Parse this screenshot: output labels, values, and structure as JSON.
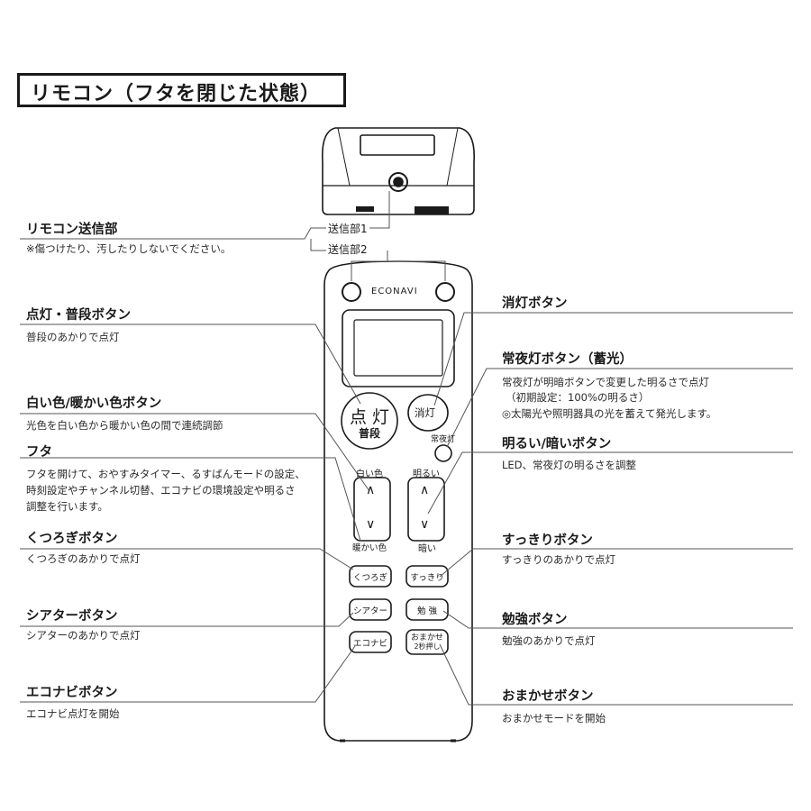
{
  "title": "リモコン（フタを閉じた状態）",
  "remote": {
    "brand": "ECONAVI",
    "transmitter_1": "送信部1",
    "transmitter_2": "送信部2",
    "on_main": "点 灯",
    "on_sub": "普段",
    "off": "消灯",
    "night_light": "常夜灯",
    "white_label": "白い色",
    "warm_label": "暖かい色",
    "bright_label": "明るい",
    "dark_label": "暗い",
    "up_glyph": "∧",
    "down_glyph": "∨",
    "relax": "くつろぎ",
    "clear": "すっきり",
    "theater": "シアター",
    "study": "勉 強",
    "econavi": "エコナビ",
    "omakase_1": "おまかせ",
    "omakase_2": "2秒押し"
  },
  "callouts": {
    "transmitter": {
      "title": "リモコン送信部",
      "desc": [
        "※傷つけたり、汚したりしないでください。"
      ]
    },
    "on_button": {
      "title": "点灯・普段ボタン",
      "desc": [
        "普段のあかりで点灯"
      ]
    },
    "color_button": {
      "title": "白い色/暖かい色ボタン",
      "desc": [
        "光色を白い色から暖かい色の間で連続調節"
      ]
    },
    "lid": {
      "title": "フタ",
      "desc": [
        "フタを開けて、おやすみタイマー、るすばんモードの設定、",
        "時刻設定やチャンネル切替、エコナビの環境設定や明るさ",
        "調整を行います。"
      ]
    },
    "relax_button": {
      "title": "くつろぎボタン",
      "desc": [
        "くつろぎのあかりで点灯"
      ]
    },
    "theater_button": {
      "title": "シアターボタン",
      "desc": [
        "シアターのあかりで点灯"
      ]
    },
    "econavi_button": {
      "title": "エコナビボタン",
      "desc": [
        "エコナビ点灯を開始"
      ]
    },
    "off_button": {
      "title": "消灯ボタン",
      "desc": []
    },
    "night_button": {
      "title": "常夜灯ボタン（蓄光）",
      "desc": [
        "常夜灯が明暗ボタンで変更した明るさで点灯",
        "（初期設定：100%の明るさ）",
        "◎太陽光や照明器具の光を蓄えて発光します。"
      ]
    },
    "brightness_button": {
      "title": "明るい/暗いボタン",
      "desc": [
        "LED、常夜灯の明るさを調整"
      ]
    },
    "clear_button": {
      "title": "すっきりボタン",
      "desc": [
        "すっきりのあかりで点灯"
      ]
    },
    "study_button": {
      "title": "勉強ボタン",
      "desc": [
        "勉強のあかりで点灯"
      ]
    },
    "omakase_button": {
      "title": "おまかせボタン",
      "desc": [
        "おまかせモードを開始"
      ]
    }
  }
}
